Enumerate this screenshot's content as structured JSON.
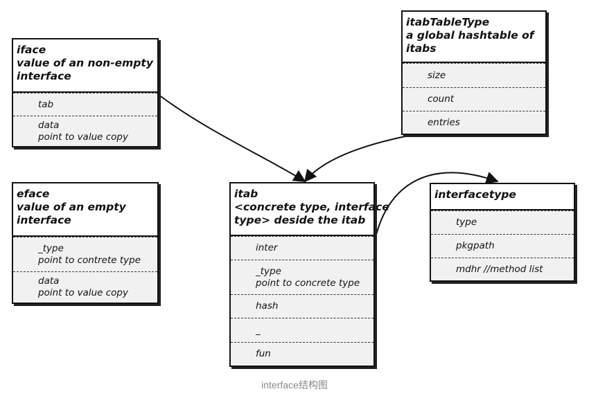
{
  "boxes": {
    "iface": {
      "title": [
        "iface",
        "value of an non-empty",
        "interface"
      ],
      "fields": [
        [
          "tab"
        ],
        [
          "data",
          "point to value copy"
        ]
      ]
    },
    "eface": {
      "title": [
        "eface",
        "value of an empty",
        "interface"
      ],
      "fields": [
        [
          "_type",
          "point to contrete type"
        ],
        [
          "data",
          "point to value copy"
        ]
      ]
    },
    "itab": {
      "title": [
        "itab",
        "<concrete type, interface",
        "type> deside the itab"
      ],
      "fields": [
        [
          "inter"
        ],
        [
          "_type",
          "point to concrete type"
        ],
        [
          "hash"
        ],
        [
          "_"
        ],
        [
          "fun"
        ]
      ]
    },
    "itabTableType": {
      "title": [
        "itabTableType",
        "a global hashtable of",
        "itabs"
      ],
      "fields": [
        [
          "size"
        ],
        [
          "count"
        ],
        [
          "entries"
        ]
      ]
    },
    "interfacetype": {
      "title": [
        "interfacetype"
      ],
      "fields": [
        [
          "type"
        ],
        [
          "pkgpath"
        ],
        [
          "mdhr //method list"
        ]
      ]
    }
  },
  "caption": "interface结构图"
}
